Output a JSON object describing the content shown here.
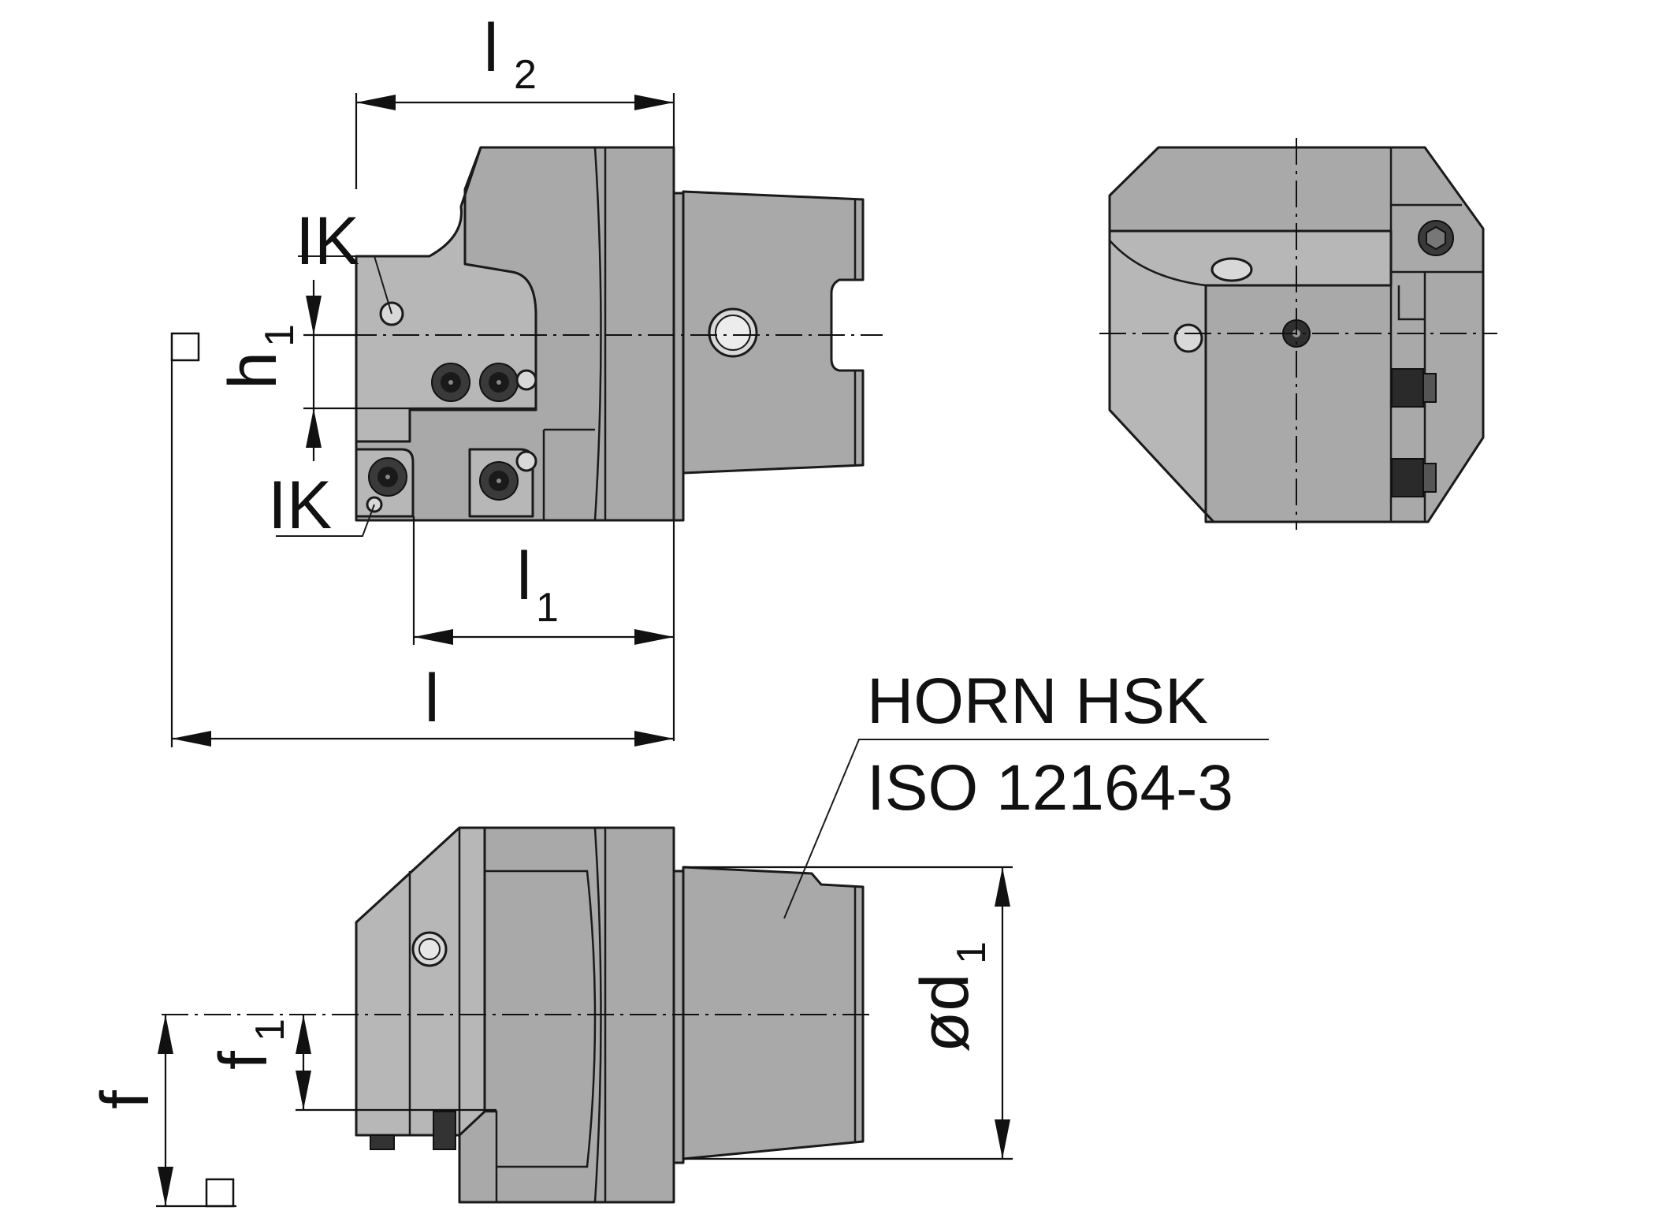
{
  "labels": {
    "l2_main": "l",
    "l2_sub": "2",
    "l1_main": "l",
    "l1_sub": "1",
    "l": "l",
    "h1_main": "h",
    "h1_sub": "1",
    "ik_top": "IK",
    "ik_bottom": "IK",
    "f1_main": "f",
    "f1_sub": "1",
    "f": "f",
    "d1_main": "ød",
    "d1_sub": "1"
  },
  "note": {
    "line1": "HORN HSK",
    "line2": "ISO 12164-3"
  },
  "colors": {
    "body": "#a9a9a9",
    "face": "#b7b7b7",
    "line": "#1a1a1a"
  }
}
